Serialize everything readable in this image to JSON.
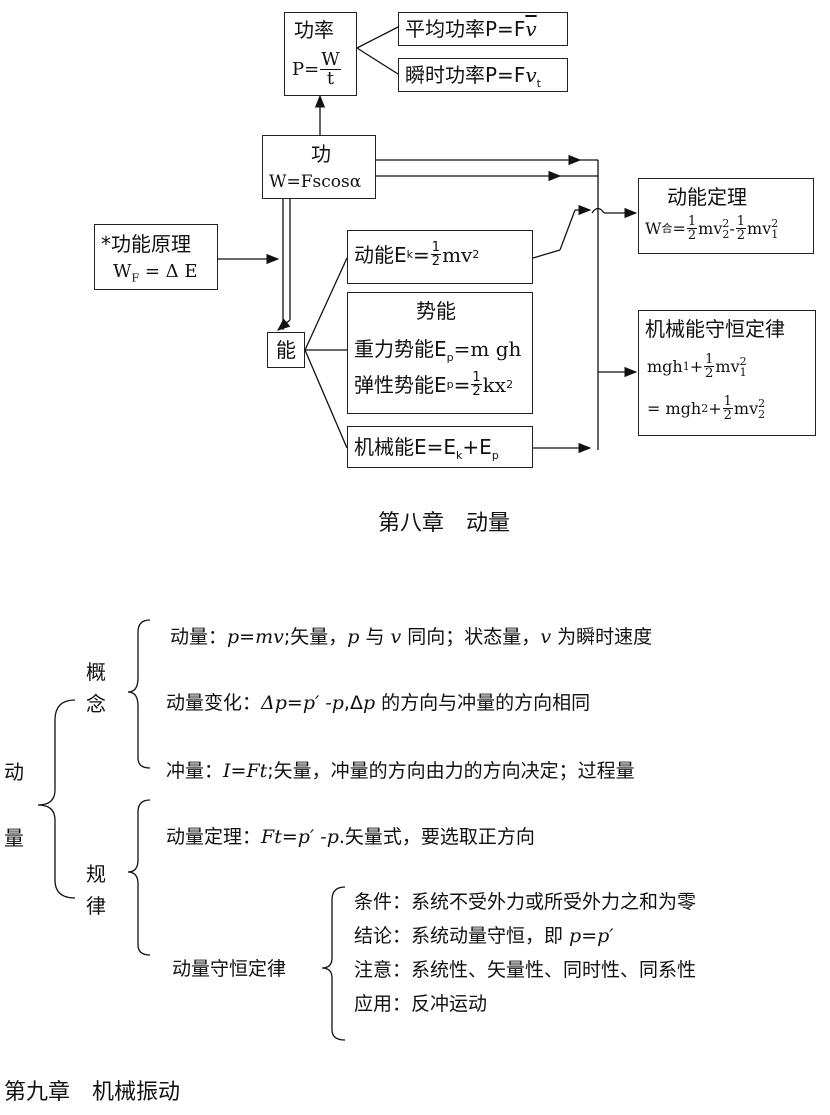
{
  "diagram1": {
    "power": {
      "title": "功率",
      "formula_lhs": "P=",
      "frac_num": "W",
      "frac_den": "t"
    },
    "avg_power": {
      "label": "平均功率P=F",
      "var": "v"
    },
    "inst_power": {
      "label": "瞬时功率P=F",
      "var": "v",
      "sub": "t"
    },
    "work": {
      "title": "功",
      "formula": "W=Fscosα"
    },
    "work_energy_principle": {
      "title": "*功能原理",
      "lhs": "W",
      "sub": "F",
      "rhs": " = Δ E"
    },
    "energy": {
      "title": "能"
    },
    "kinetic": {
      "label": "动能E",
      "sub": "k",
      "eq": "=",
      "num": "1",
      "den": "2",
      "tail": "mv",
      "sup": "2"
    },
    "potential": {
      "title": "势能",
      "gravity_label": "重力势能E",
      "gravity_sub": "p",
      "gravity_tail": "=m gh",
      "elastic_label": "弹性势能E",
      "elastic_sub": "p",
      "elastic_eq": "=",
      "elastic_num": "1",
      "elastic_den": "2",
      "elastic_tail": "kx",
      "elastic_sup": "2"
    },
    "mechanical": {
      "label": "机械能E=E",
      "sub1": "k",
      "plus": "+E",
      "sub2": "p"
    },
    "ke_theorem": {
      "title": "动能定理",
      "lhs": "W",
      "lhs_sub": "合",
      "eq": "=",
      "num1": "1",
      "den1": "2",
      "t1": "mv",
      "t1_sub": "2",
      "t1_sup": "2",
      "minus": "-",
      "num2": "1",
      "den2": "2",
      "t2": "mv",
      "t2_sub": "1",
      "t2_sup": "2"
    },
    "conservation": {
      "title": "机械能守恒定律",
      "l1a": "mgh",
      "l1a_sub": "1",
      "l1b": "+",
      "l1_num": "1",
      "l1_den": "2",
      "l1c": "mv",
      "l1c_sub": "1",
      "l1c_sup": "2",
      "l2a": "= mgh",
      "l2a_sub": "2",
      "l2b": "+",
      "l2_num": "1",
      "l2_den": "2",
      "l2c": "mv",
      "l2c_sub": "2",
      "l2c_sup": "2"
    }
  },
  "chapter8_heading": "第八章　动量",
  "diagram2": {
    "root": [
      "动",
      "量"
    ],
    "concept": [
      "概",
      "念"
    ],
    "law": [
      "规",
      "律"
    ],
    "momentum_prefix": "动量：",
    "momentum_formula": "p=mv",
    "momentum_text1": ";矢量，",
    "momentum_p": "p",
    "momentum_text2": " 与 ",
    "momentum_v": "v",
    "momentum_text3": " 同向；状态量，",
    "momentum_v2": "v",
    "momentum_text4": " 为瞬时速度",
    "change_prefix": "动量变化：",
    "change_formula": "Δp=p′ -p",
    "change_text1": ",Δ",
    "change_p": "p",
    "change_text2": " 的方向与冲量的方向相同",
    "impulse_prefix": "冲量：",
    "impulse_formula": "I=Ft",
    "impulse_text": ";矢量，冲量的方向由力的方向决定；过程量",
    "theorem_prefix": "动量定理：",
    "theorem_formula": "Ft=p′ -p",
    "theorem_text": ".矢量式，要选取正方向",
    "conservation_label": "动量守恒定律",
    "cond": "条件：系统不受外力或所受外力之和为零",
    "concl_prefix": "结论：系统动量守恒，即 ",
    "concl_formula": "p=p′",
    "notice": "注意：系统性、矢量性、同时性、同系性",
    "app": "应用：反冲运动"
  },
  "chapter9_heading": "第九章　机械振动"
}
